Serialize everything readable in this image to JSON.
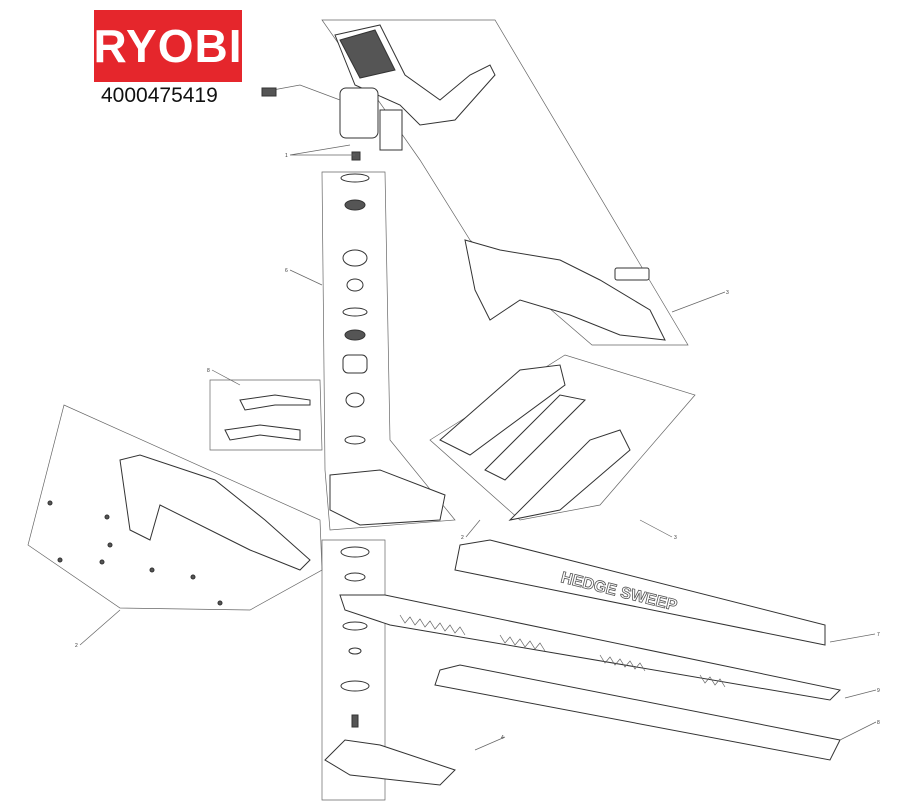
{
  "brand": {
    "logo_text": "RYOBI",
    "color": "#e5262c"
  },
  "part_number": "4000475419",
  "blade_text": "HEDGE SWEEP",
  "callouts": [
    {
      "id": "callout-motor",
      "label": "1"
    },
    {
      "id": "callout-gearbox",
      "label": "6"
    },
    {
      "id": "callout-housing-right",
      "label": "3"
    },
    {
      "id": "callout-switch",
      "label": "8"
    },
    {
      "id": "callout-housing-left",
      "label": "2"
    },
    {
      "id": "callout-screw",
      "label": "2"
    },
    {
      "id": "callout-front-handle",
      "label": "3"
    },
    {
      "id": "callout-blade-bracket",
      "label": "4"
    },
    {
      "id": "callout-blade-guard",
      "label": "7"
    },
    {
      "id": "callout-blade",
      "label": "9"
    },
    {
      "id": "callout-blade-bar",
      "label": "8"
    }
  ]
}
